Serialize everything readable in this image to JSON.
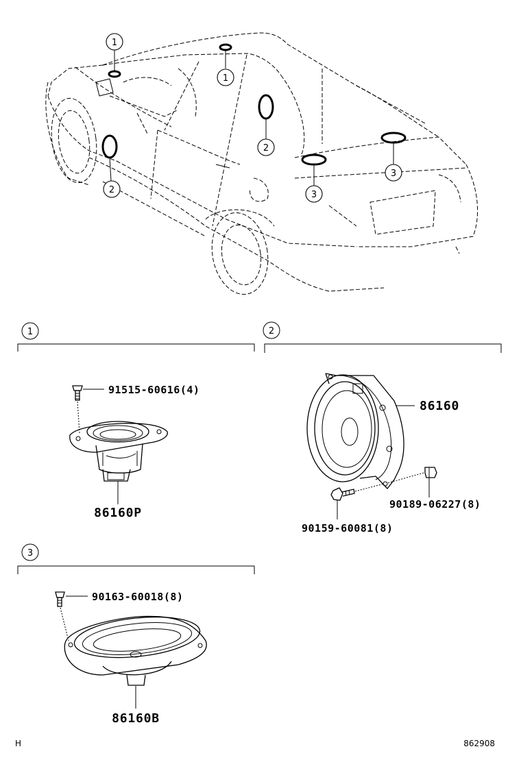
{
  "callouts": {
    "c1a": "1",
    "c1b": "1",
    "c2a": "2",
    "c2b": "2",
    "c3a": "3",
    "c3b": "3"
  },
  "sections": {
    "s1": {
      "num": "1",
      "bolt": "91515-60616(4)",
      "part": "86160P"
    },
    "s2": {
      "num": "2",
      "speaker": "86160",
      "clip": "90189-06227(8)",
      "screw": "90159-60081(8)"
    },
    "s3": {
      "num": "3",
      "screw": "90163-60018(8)",
      "part": "86160B"
    }
  },
  "footer": {
    "left": "H",
    "right": "862908"
  }
}
